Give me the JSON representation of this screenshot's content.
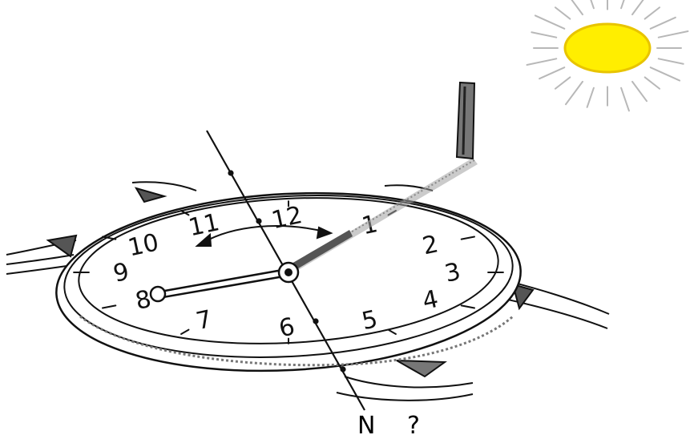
{
  "diagram": {
    "dial_numbers": [
      "1",
      "2",
      "3",
      "4",
      "5",
      "6",
      "7",
      "8",
      "9",
      "10",
      "11",
      "12"
    ],
    "direction_label": "N",
    "question_mark": "?",
    "colors": {
      "sun_fill": "#ffee00",
      "sun_outline": "#e8c400",
      "ink": "#111111",
      "shadow": "#9a9a9a"
    },
    "icons": [
      "sun-icon",
      "watch-icon",
      "stick-icon",
      "shadow",
      "bisector-line",
      "arc-arrow"
    ]
  }
}
